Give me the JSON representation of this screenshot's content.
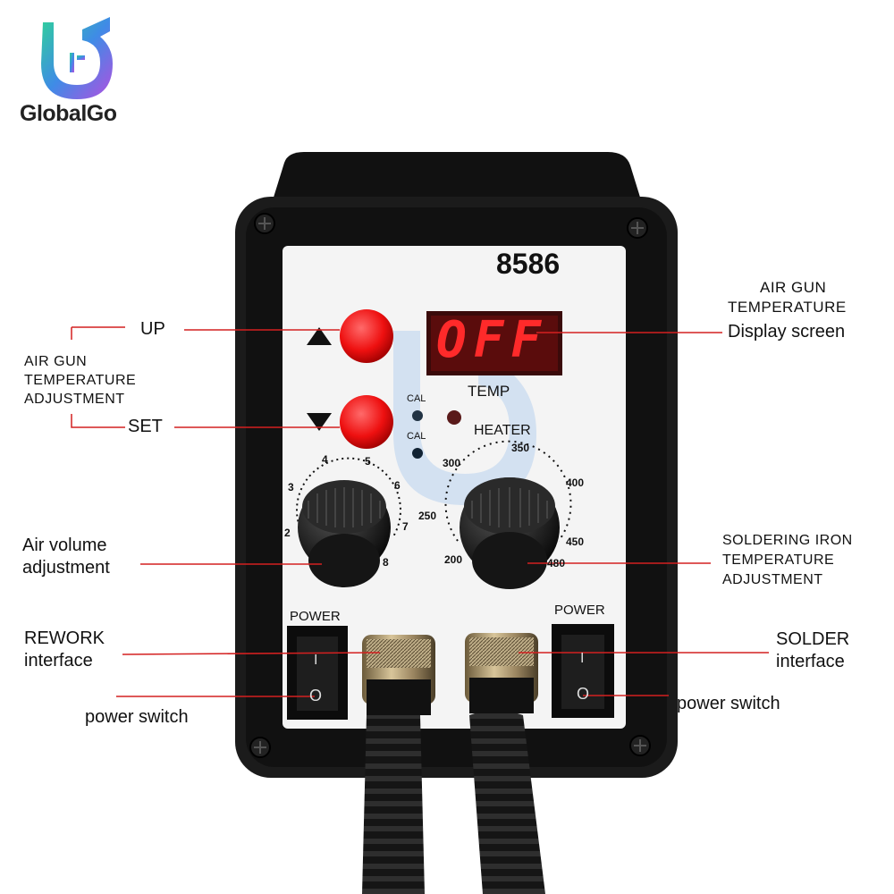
{
  "brand": {
    "name": "GlobalGo"
  },
  "device": {
    "model": "8586",
    "display_value": "OFF",
    "temp_label": "TEMP",
    "heater_label": "HEATER",
    "cal_label": "CAL",
    "power_label": "POWER",
    "switch_on_mark": "I",
    "switch_off_mark": "O",
    "air_dial_ticks": [
      "2",
      "3",
      "4",
      "5",
      "6",
      "7",
      "8"
    ],
    "heat_dial_ticks": [
      "200",
      "250",
      "300",
      "350",
      "400",
      "450",
      "480"
    ]
  },
  "callouts": {
    "up": "UP",
    "set": "SET",
    "air_adjust": [
      "AIR GUN",
      "TEMPERATURE",
      "ADJUSTMENT"
    ],
    "display": [
      "AIR GUN",
      "TEMPERATURE",
      "Display screen"
    ],
    "air_volume": [
      "Air volume",
      "adjustment"
    ],
    "solder_temp": [
      "SOLDERING IRON",
      "TEMPERATURE",
      "ADJUSTMENT"
    ],
    "rework": [
      "REWORK",
      "interface"
    ],
    "solder": [
      "SOLDER",
      "interface"
    ],
    "power_switch_left": "power switch",
    "power_switch_right": "power switch"
  },
  "colors": {
    "accent_line": "#d42020",
    "led_red": "#ff2a2a",
    "body": "#1a1a1a"
  }
}
